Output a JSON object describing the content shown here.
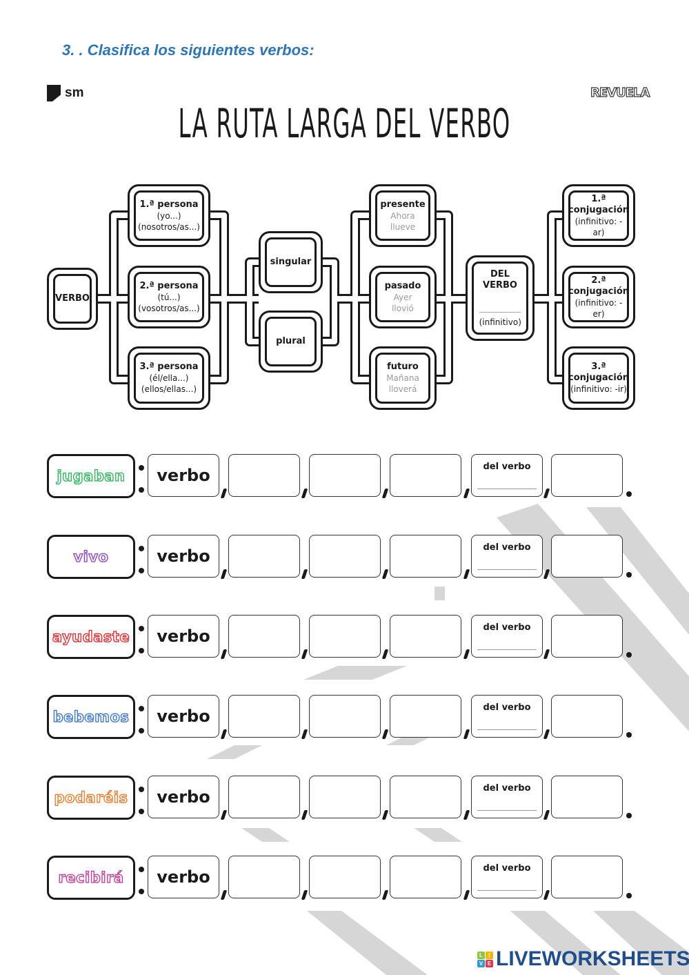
{
  "instruction": "3.  . Clasifica los siguientes verbos:",
  "publisher_logo": "sm",
  "series_logo": "REVUELA",
  "title": "LA RUTA LARGA DEL VERBO",
  "diagram": {
    "verbo": "VERBO",
    "personas": [
      {
        "title": "1.ª persona",
        "l1": "(yo...)",
        "l2": "(nosotros/as...)"
      },
      {
        "title": "2.ª persona",
        "l1": "(tú...)",
        "l2": "(vosotros/as...)"
      },
      {
        "title": "3.ª persona",
        "l1": "(él/ella...)",
        "l2": "(ellos/ellas...)"
      }
    ],
    "numeros": [
      "singular",
      "plural"
    ],
    "tiempos": [
      {
        "title": "presente",
        "l1": "Ahora",
        "l2": "llueve"
      },
      {
        "title": "pasado",
        "l1": "Ayer",
        "l2": "llovió"
      },
      {
        "title": "futuro",
        "l1": "Mañana",
        "l2": "lloverá"
      }
    ],
    "del_verbo": {
      "l1": "DEL",
      "l2": "VERBO",
      "sub": "(infinitivo)"
    },
    "conjugaciones": [
      {
        "n": "1.ª",
        "t": "conjugación",
        "s": "(infinitivo: -ar)"
      },
      {
        "n": "2.ª",
        "t": "conjugación",
        "s": "(infinitivo: -er)"
      },
      {
        "n": "3.ª",
        "t": "conjugación",
        "s": "(infinitivo: -ir)"
      }
    ]
  },
  "rows": [
    {
      "word": "jugaban",
      "color": "#2bb35a",
      "verbo": "verbo",
      "del_verbo": "del verbo"
    },
    {
      "word": "vivo",
      "color": "#8a3fc4",
      "verbo": "verbo",
      "del_verbo": "del verbo"
    },
    {
      "word": "ayudaste",
      "color": "#e0262b",
      "verbo": "verbo",
      "del_verbo": "del verbo"
    },
    {
      "word": "bebemos",
      "color": "#3b73c8",
      "verbo": "verbo",
      "del_verbo": "del verbo"
    },
    {
      "word": "podaréis",
      "color": "#e8792a",
      "verbo": "verbo",
      "del_verbo": "del verbo"
    },
    {
      "word": "recibirá",
      "color": "#c03a9a",
      "verbo": "verbo",
      "del_verbo": "del verbo"
    }
  ],
  "footer": {
    "brand": "LIVEWORKSHEETS",
    "badge": [
      "L",
      "I",
      "V",
      "E"
    ]
  }
}
